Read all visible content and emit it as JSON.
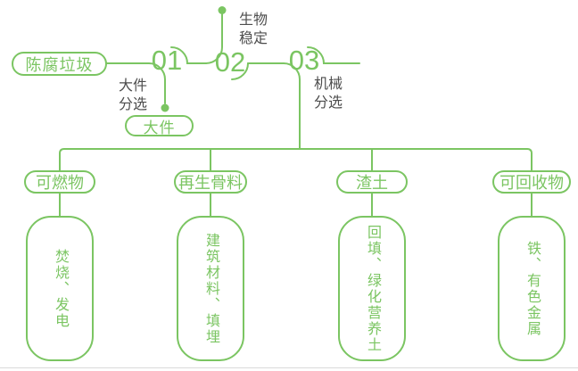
{
  "colors": {
    "accent_green": "#7bc562",
    "label_dark": "#4d4d4d",
    "divider_gray": "#d9d9d9"
  },
  "flow": {
    "source_label": "陈腐垃圾",
    "steps": [
      {
        "number": "01",
        "annotation_lines": [
          "大件",
          "分选"
        ],
        "output_label": "大件"
      },
      {
        "number": "02",
        "annotation_lines": [
          "生物",
          "稳定"
        ]
      },
      {
        "number": "03",
        "annotation_lines": [
          "机械",
          "分选"
        ]
      }
    ]
  },
  "branches": [
    {
      "category": "可燃物",
      "products": "焚烧、发电"
    },
    {
      "category": "再生骨料",
      "products": "建筑材料、填埋"
    },
    {
      "category": "渣土",
      "products": "回填、绿化营养土"
    },
    {
      "category": "可回收物",
      "products": "铁、有色金属"
    }
  ]
}
